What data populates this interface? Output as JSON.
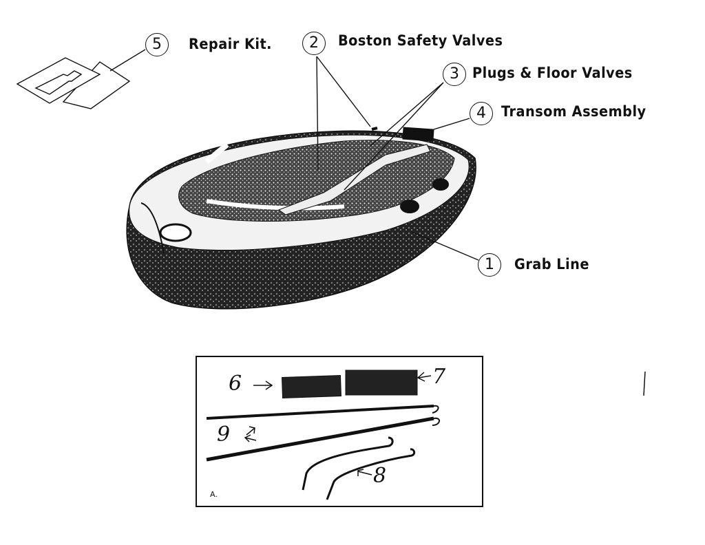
{
  "callouts": [
    {
      "number": "5",
      "label": "Repair Kit."
    },
    {
      "number": "2",
      "label": "Boston Safety Valves"
    },
    {
      "number": "3",
      "label": "Plugs & Floor Valves"
    },
    {
      "number": "4",
      "label": "Transom Assembly"
    },
    {
      "number": "1",
      "label": "Grab Line"
    }
  ],
  "inset": {
    "marks": [
      "6",
      "7",
      "9",
      "8"
    ],
    "corner_label": "A."
  },
  "colors": {
    "ink": "#111111",
    "paper": "#ffffff"
  }
}
